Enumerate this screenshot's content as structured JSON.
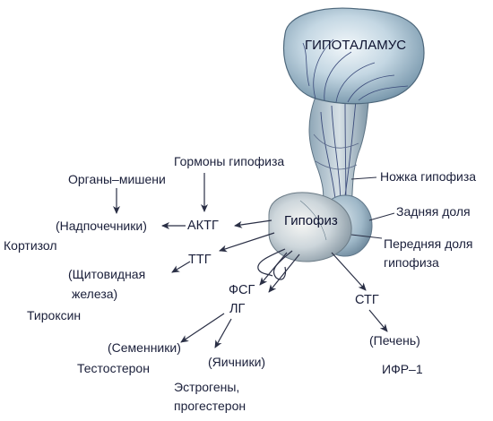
{
  "diagram": {
    "hypothalamus": "ГИПОТАЛАМУС",
    "pituitary": "Гипофиз",
    "pituitary_stalk": "Ножка гипофиза",
    "posterior_lobe": "Задняя доля",
    "anterior_lobe_line1": "Передняя доля",
    "anterior_lobe_line2": "гипофиза",
    "pituitary_hormones": "Гормоны гипофиза",
    "target_organs": "Органы–мишени",
    "adrenals": "(Надпочечники)",
    "acth": "АКТГ",
    "cortisol": "Кортизол",
    "tsh": "ТТГ",
    "thyroid_line1": "(Щитовидная",
    "thyroid_line2": "железа)",
    "thyroxine": "Тироксин",
    "fsh": "ФСГ",
    "lh": "ЛГ",
    "testes": "(Семенники)",
    "testosterone": "Тестостерон",
    "ovaries": "(Яичники)",
    "estrogens_line1": "Эстрогены,",
    "estrogens_line2": "прогестерон",
    "gh": "СТГ",
    "liver": "(Печень)",
    "igf": "ИФР–1"
  },
  "colors": {
    "text": "#1a1f3a",
    "arrow": "#2a2f45",
    "organ_fill": "#b9cfdc",
    "organ_shadow": "#6f8ea3",
    "vessel": "#3a4a7a"
  }
}
